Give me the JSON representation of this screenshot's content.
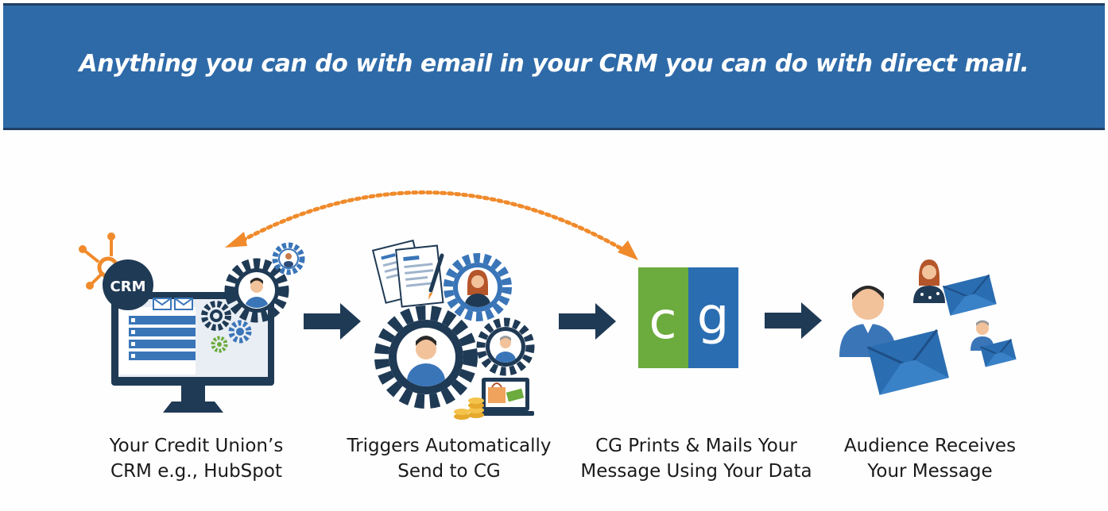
{
  "banner": {
    "text": "Anything you can do with email in your CRM you can do with direct mail."
  },
  "colors": {
    "banner_blue": "#2e6aa8",
    "dark_navy": "#1f3a55",
    "orange_accent": "#f08a2b",
    "cg_green": "#6cab3d",
    "cg_blue": "#2a6db1"
  },
  "steps": [
    {
      "line1": "Your Credit Union’s",
      "line2": "CRM e.g., HubSpot",
      "badge": "CRM",
      "icon": "crm-monitor-icon"
    },
    {
      "line1": "Triggers Automatically",
      "line2": "Send to CG",
      "icon": "gear-automation-icon"
    },
    {
      "line1": "CG Prints & Mails Your",
      "line2": "Message Using Your Data",
      "logo_left": "c",
      "logo_right": "g",
      "icon": "cg-logo"
    },
    {
      "line1": "Audience Receives",
      "line2": "Your Message",
      "icon": "audience-envelopes-icon"
    }
  ]
}
